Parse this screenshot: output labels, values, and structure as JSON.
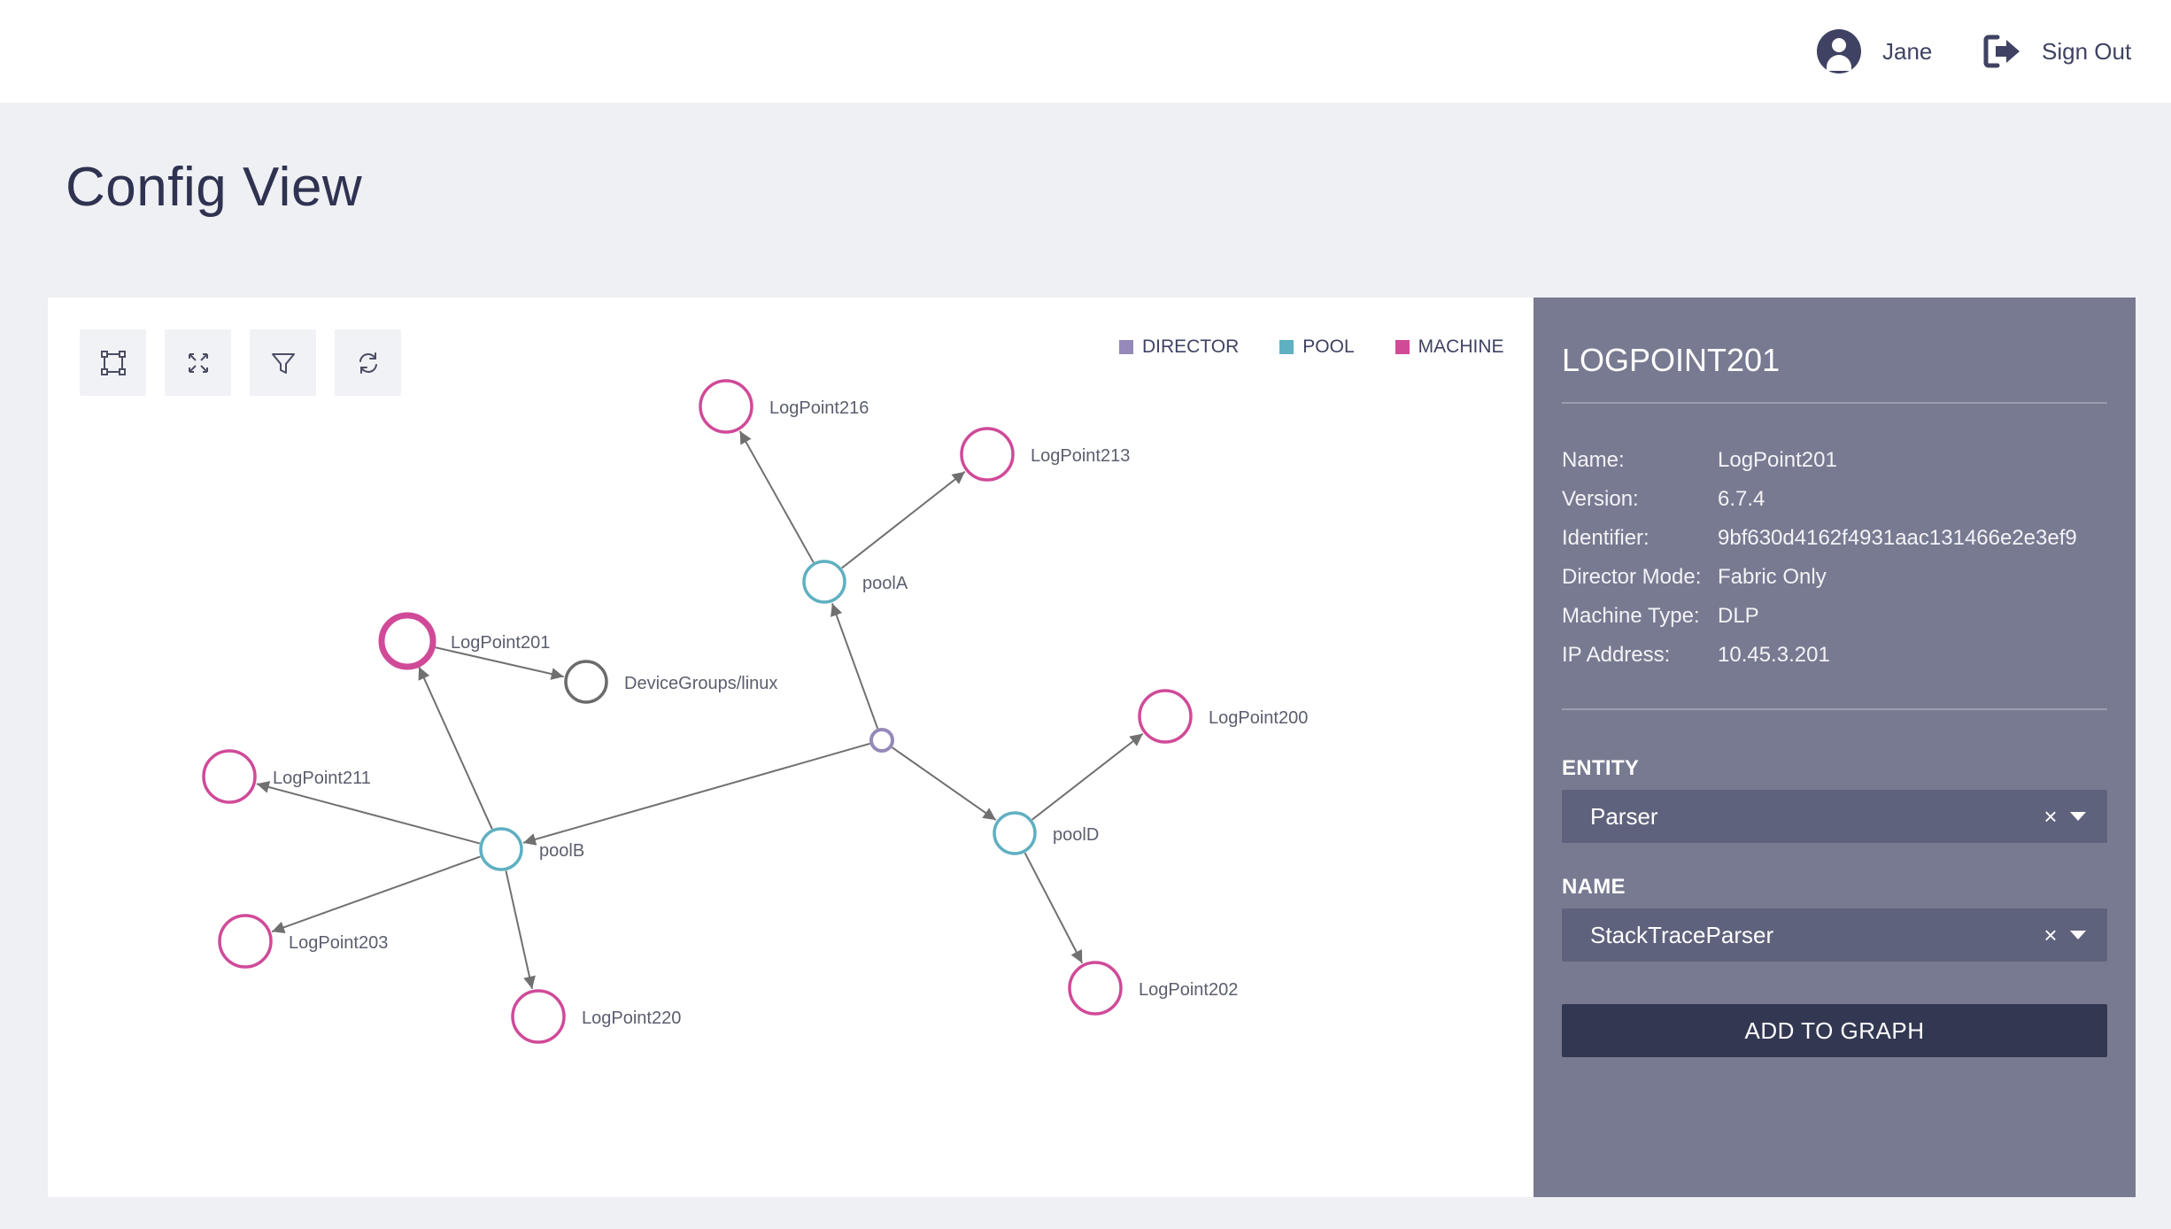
{
  "header": {
    "user_name": "Jane",
    "signout_label": "Sign Out"
  },
  "page": {
    "title": "Config View"
  },
  "legend": [
    {
      "label": "DIRECTOR",
      "color": "#9489b8"
    },
    {
      "label": "POOL",
      "color": "#5fb0c1"
    },
    {
      "label": "MACHINE",
      "color": "#d04a98"
    }
  ],
  "graph": {
    "colors": {
      "director": "#9489b8",
      "pool": "#5fb0c1",
      "machine": "#d04a98",
      "group": "#6b6b6b",
      "edge": "#707070"
    },
    "nodes": [
      {
        "id": "LogPoint216",
        "label": "LogPoint216",
        "type": "machine"
      },
      {
        "id": "LogPoint213",
        "label": "LogPoint213",
        "type": "machine"
      },
      {
        "id": "poolA",
        "label": "poolA",
        "type": "pool"
      },
      {
        "id": "LogPoint201",
        "label": "LogPoint201",
        "type": "machine",
        "selected": true
      },
      {
        "id": "DeviceGroups/linux",
        "label": "DeviceGroups/linux",
        "type": "group"
      },
      {
        "id": "director",
        "label": "",
        "type": "director"
      },
      {
        "id": "LogPoint200",
        "label": "LogPoint200",
        "type": "machine"
      },
      {
        "id": "LogPoint211",
        "label": "LogPoint211",
        "type": "machine"
      },
      {
        "id": "poolB",
        "label": "poolB",
        "type": "pool"
      },
      {
        "id": "poolD",
        "label": "poolD",
        "type": "pool"
      },
      {
        "id": "LogPoint203",
        "label": "LogPoint203",
        "type": "machine"
      },
      {
        "id": "LogPoint202",
        "label": "LogPoint202",
        "type": "machine"
      },
      {
        "id": "LogPoint220",
        "label": "LogPoint220",
        "type": "machine"
      }
    ],
    "edges": [
      {
        "from": "director",
        "to": "poolA"
      },
      {
        "from": "director",
        "to": "poolB"
      },
      {
        "from": "director",
        "to": "poolD"
      },
      {
        "from": "poolA",
        "to": "LogPoint216"
      },
      {
        "from": "poolA",
        "to": "LogPoint213"
      },
      {
        "from": "poolB",
        "to": "LogPoint201"
      },
      {
        "from": "poolB",
        "to": "LogPoint211"
      },
      {
        "from": "poolB",
        "to": "LogPoint203"
      },
      {
        "from": "poolB",
        "to": "LogPoint220"
      },
      {
        "from": "poolD",
        "to": "LogPoint200"
      },
      {
        "from": "poolD",
        "to": "LogPoint202"
      },
      {
        "from": "LogPoint201",
        "to": "DeviceGroups/linux"
      }
    ]
  },
  "details": {
    "title": "LOGPOINT201",
    "rows": [
      {
        "key": "Name:",
        "value": "LogPoint201"
      },
      {
        "key": "Version:",
        "value": "6.7.4"
      },
      {
        "key": "Identifier:",
        "value": "9bf630d4162f4931aac131466e2e3ef9"
      },
      {
        "key": "Director Mode:",
        "value": "Fabric Only"
      },
      {
        "key": "Machine Type:",
        "value": "DLP"
      },
      {
        "key": "IP Address:",
        "value": "10.45.3.201"
      }
    ],
    "entity": {
      "label": "ENTITY",
      "value": "Parser"
    },
    "name": {
      "label": "NAME",
      "value": "StackTraceParser"
    },
    "clear_glyph": "×",
    "add_button": "ADD TO GRAPH"
  }
}
